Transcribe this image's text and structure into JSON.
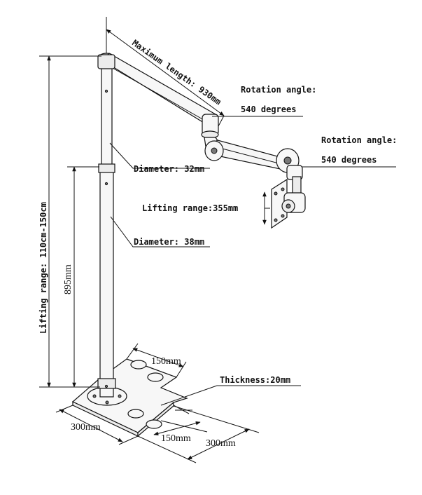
{
  "labels": {
    "max_length": "Maximum length: 930mm",
    "rotation1_title": "Rotation angle:",
    "rotation1_value": "540 degrees",
    "rotation2_title": "Rotation angle:",
    "rotation2_value": "540 degrees",
    "diameter_upper": "Diameter: 32mm",
    "diameter_lower": "Diameter: 38mm",
    "lifting_arm": "Lifting range:355mm",
    "lifting_pole": "Lifting range: 110cm-150cm",
    "pole_height": "895mm",
    "base_width_top": "150mm",
    "thickness": "Thickness:20mm",
    "base_left": "300mm",
    "base_width_bottom": "150mm",
    "base_right": "300mm"
  },
  "colors": {
    "line": "#111111",
    "fill": "#f7f7f7",
    "shade": "#777777"
  }
}
